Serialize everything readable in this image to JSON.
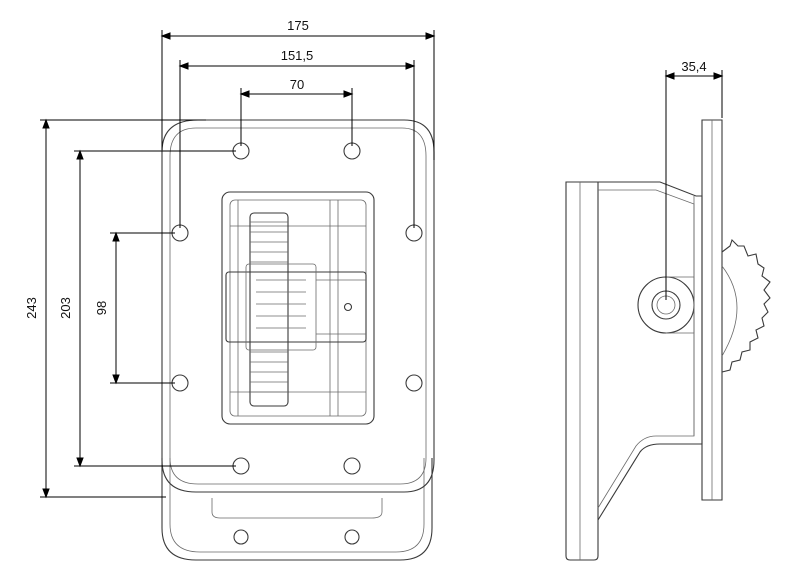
{
  "dimensions": {
    "width_outer": "175",
    "width_holes_outer": "151,5",
    "width_holes_inner": "70",
    "height_outer": "243",
    "height_holes_outer": "203",
    "height_holes_inner": "98",
    "side_offset": "35,4"
  }
}
